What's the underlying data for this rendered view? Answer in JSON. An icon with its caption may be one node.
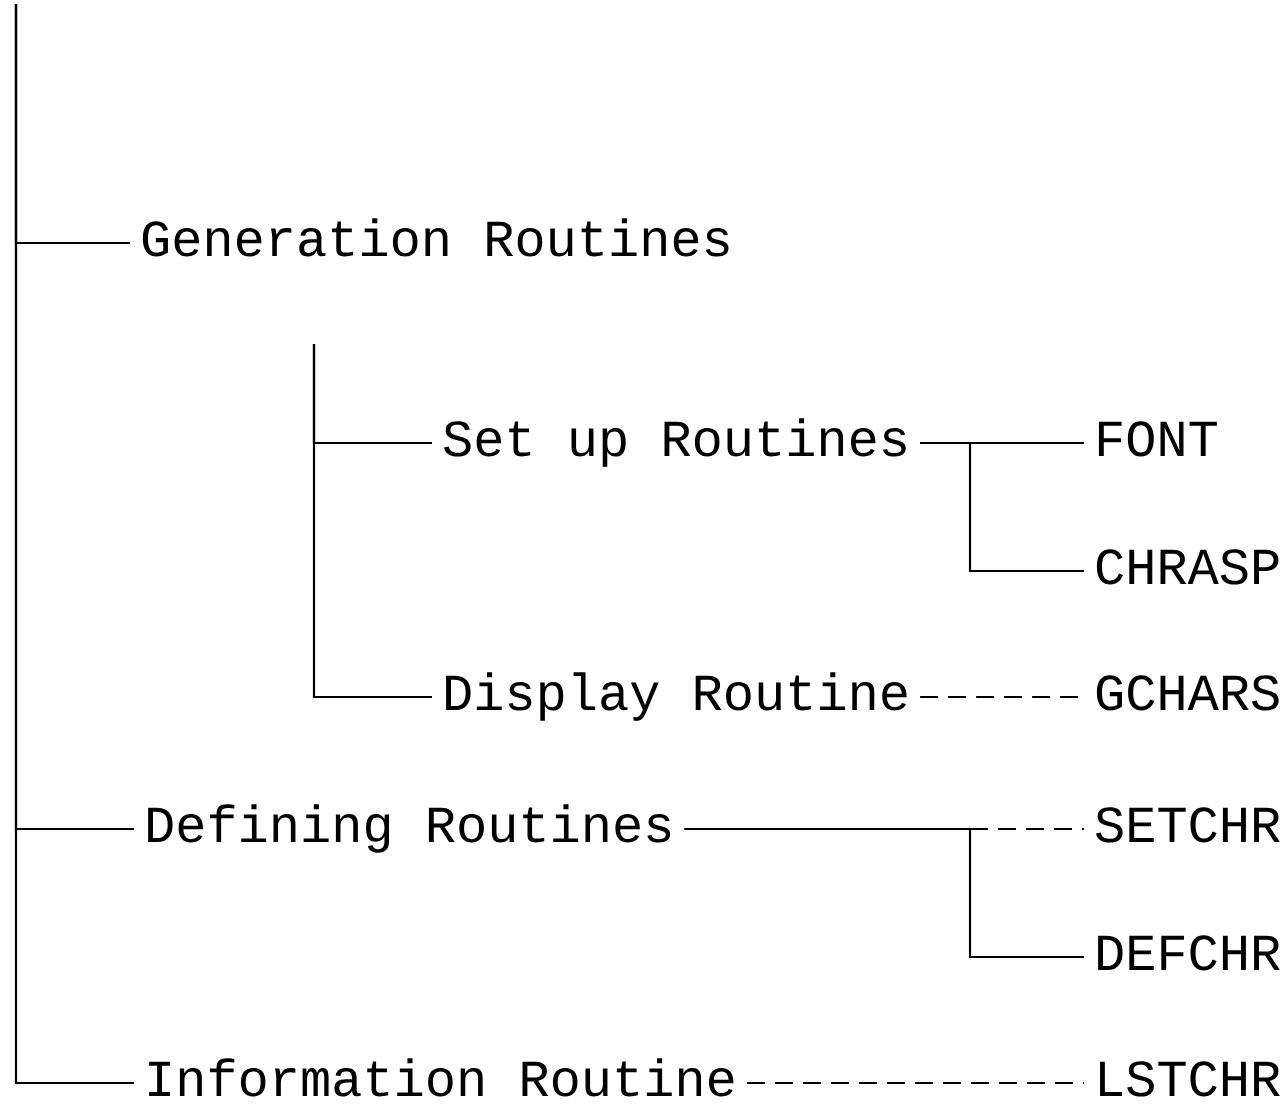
{
  "diagram": {
    "nodes": [
      {
        "text": [
          "Generation Routines"
        ]
      },
      {
        "text": [
          "Set up Routines"
        ]
      },
      {
        "text": [
          "FONT"
        ]
      },
      {
        "text": [
          "CHRASP"
        ]
      },
      {
        "text": [
          "Display Routine"
        ]
      },
      {
        "text": [
          "GCHARS"
        ]
      },
      {
        "text": [
          "Defining Routines"
        ]
      },
      {
        "text": [
          "SETCHR"
        ]
      },
      {
        "text": [
          "DEFCHR"
        ]
      },
      {
        "text": [
          "Information Routine"
        ]
      },
      {
        "text": [
          "LSTCHR"
        ]
      }
    ],
    "edges": [
      {
        "from": null,
        "to": 0,
        "arrow": "none"
      },
      {
        "from": null,
        "to": 6,
        "arrow": "none"
      },
      {
        "from": null,
        "to": 9,
        "arrow": "none"
      },
      {
        "from": 0,
        "to": 1,
        "arrow": "none"
      },
      {
        "from": 0,
        "to": 4,
        "arrow": "none"
      },
      {
        "from": 1,
        "to": 2,
        "arrow": "none"
      },
      {
        "from": 1,
        "to": 3,
        "arrow": "none"
      },
      {
        "from": 4,
        "to": 5,
        "arrow": "none",
        "style": "dashed"
      },
      {
        "from": 6,
        "to": 7,
        "arrow": "none",
        "style": "dashed"
      },
      {
        "from": 6,
        "to": 8,
        "arrow": "none"
      },
      {
        "from": 9,
        "to": 10,
        "arrow": "none",
        "style": "dashed"
      }
    ]
  }
}
